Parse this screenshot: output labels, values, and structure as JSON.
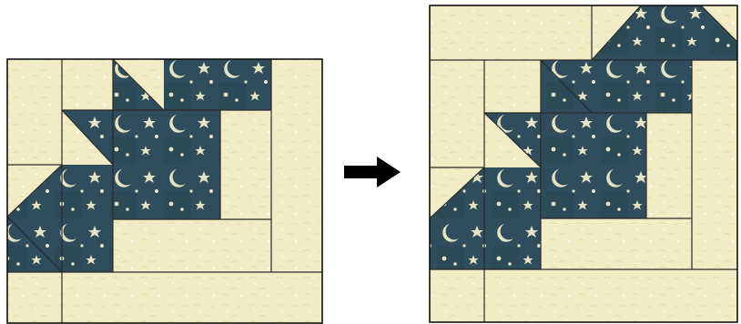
{
  "diagram": {
    "before_block": {
      "name": "quilt-block-before"
    },
    "after_block": {
      "name": "quilt-block-after"
    },
    "arrow": {
      "direction": "right",
      "color": "#000000"
    }
  },
  "colors": {
    "background_fabric": "#f1ecc6",
    "background_fabric_light": "#f7f3da",
    "accent_fabric": "#2f4d5c",
    "accent_fabric_dark": "#24404d",
    "motif_color": "#e6e3c3",
    "seam_color": "#2a2a2a"
  },
  "motifs": [
    "moon",
    "star",
    "dot"
  ]
}
